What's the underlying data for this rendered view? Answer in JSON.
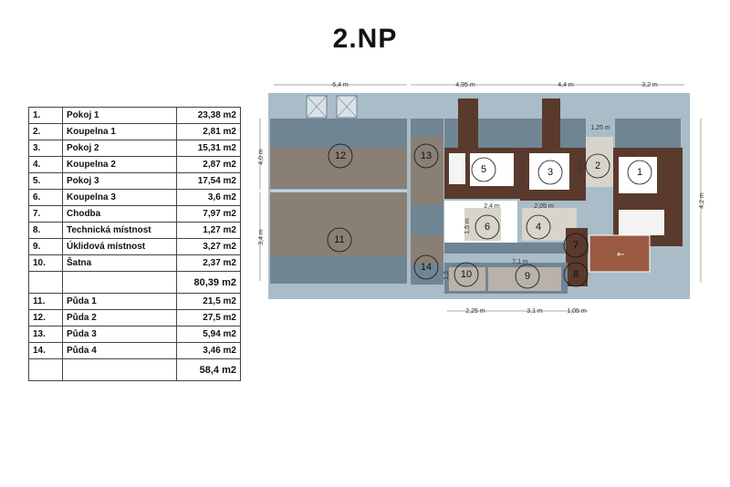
{
  "title": "2.NP",
  "table": {
    "rows": [
      {
        "num": "1.",
        "name": "Pokoj 1",
        "area": "23,38 m2"
      },
      {
        "num": "2.",
        "name": "Koupelna 1",
        "area": "2,81 m2"
      },
      {
        "num": "3.",
        "name": "Pokoj 2",
        "area": "15,31 m2"
      },
      {
        "num": "4.",
        "name": "Koupelna 2",
        "area": "2,87 m2"
      },
      {
        "num": "5.",
        "name": "Pokoj 3",
        "area": "17,54 m2"
      },
      {
        "num": "6.",
        "name": "Koupelna 3",
        "area": "3,6 m2"
      },
      {
        "num": "7.",
        "name": "Chodba",
        "area": "7,97 m2"
      },
      {
        "num": "8.",
        "name": "Technická místnost",
        "area": "1,27 m2"
      },
      {
        "num": "9.",
        "name": "Úklidová místnost",
        "area": "3,27 m2"
      },
      {
        "num": "10.",
        "name": "Šatna",
        "area": "2,37 m2"
      }
    ],
    "subtotal_1": "80,39 m2",
    "rows2": [
      {
        "num": "11.",
        "name": "Půda 1",
        "area": "21,5 m2"
      },
      {
        "num": "12.",
        "name": "Půda 2",
        "area": "27,5 m2"
      },
      {
        "num": "13.",
        "name": "Půda 3",
        "area": "5,94 m2"
      },
      {
        "num": "14.",
        "name": "Půda 4",
        "area": "3,46 m2"
      }
    ],
    "subtotal_2": "58,4 m2"
  },
  "plan": {
    "room_labels": [
      "1",
      "2",
      "3",
      "4",
      "5",
      "6",
      "7",
      "8",
      "9",
      "10",
      "11",
      "12",
      "13",
      "14"
    ],
    "dims_top": [
      "6,4 m",
      "4,95 m",
      "4,4 m",
      "3,2 m"
    ],
    "dims_left": [
      "4,0 m",
      "3,4 m"
    ],
    "dims_right": [
      "4,2 m"
    ],
    "dims_bottom": [
      "2,25 m",
      "3,1 m",
      "1,05 m"
    ],
    "dims_inner": [
      "1,25 m",
      "2,25",
      "2,4 m",
      "2,05 m",
      "1,5 m",
      "7,1 m",
      "1,3"
    ]
  },
  "colors": {
    "attic_floor": "#8a7f75",
    "wall_blue": "#6f8594",
    "roof_light": "#a9bcc8",
    "dark_wood": "#5a3a2c",
    "light_wood": "#b9b2a8",
    "tile": "#d8d4cc",
    "bed_white": "#f4f4f4",
    "tech_orange": "#9a5a42"
  }
}
